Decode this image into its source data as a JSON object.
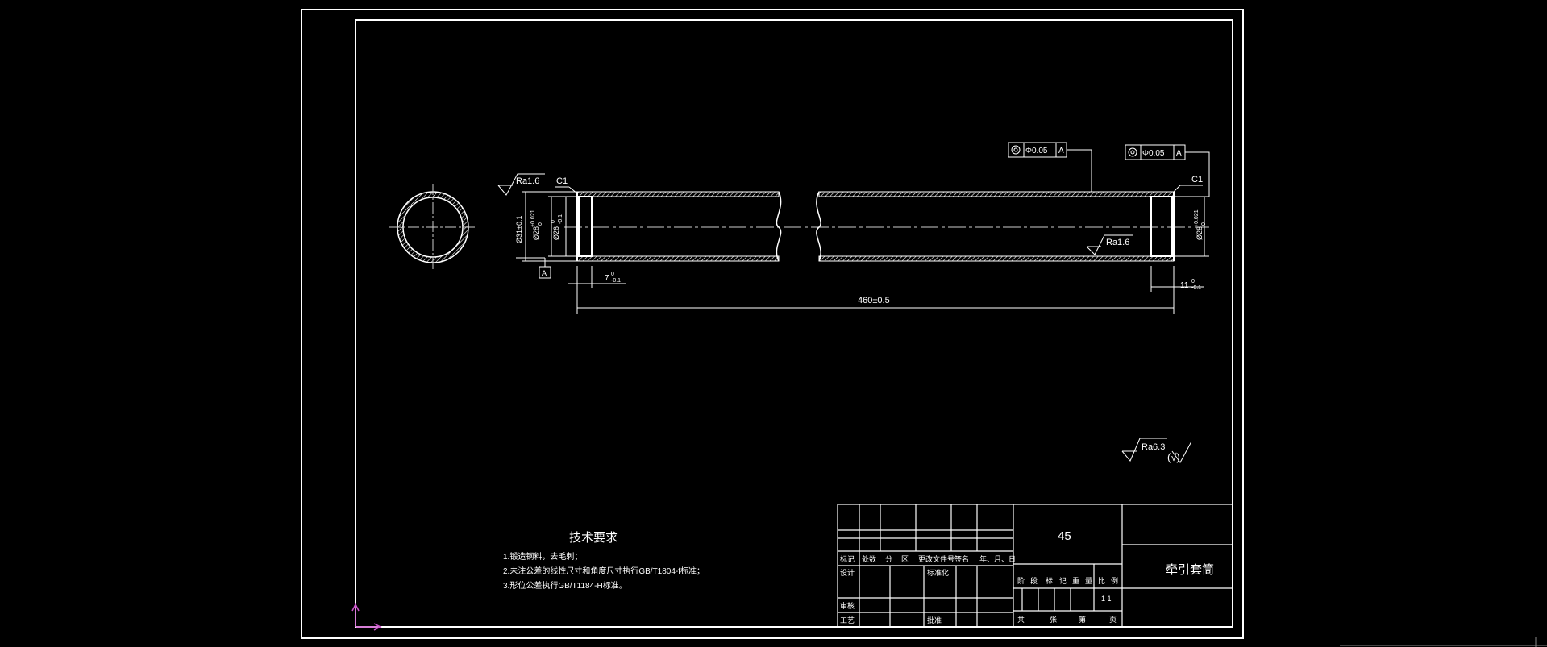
{
  "colors": {
    "background": "#000000",
    "line": "#ffffff",
    "centerline": "#cccccc",
    "ucs_icon": "#cc55cc"
  },
  "roughness": {
    "left_end": "Ra1.6",
    "bore": "Ra1.6",
    "general": "Ra6.3",
    "general_other": "(√)"
  },
  "chamfers": {
    "left": "C1",
    "right": "C1"
  },
  "tolerances": {
    "left_frame": {
      "value": "Φ0.05",
      "datum": "A"
    },
    "right_frame": {
      "value": "Φ0.05",
      "datum": "A"
    }
  },
  "datum_label": "A",
  "dimensions": {
    "outer_diameter": "Ø31±0.1",
    "bore_diameter": "Ø28",
    "bore_dev_upper": "+0.021",
    "bore_dev_lower": "0",
    "inner_diameter": "Ø26",
    "inner_dev_upper": "0",
    "inner_dev_lower": "-0.1",
    "right_diameter": "Ø28",
    "right_dev_upper": "+0.021",
    "right_dev_lower": "0",
    "left_depth": "7",
    "left_depth_dev_upper": "0",
    "left_depth_dev_lower": "-0.1",
    "right_depth": "11",
    "right_depth_dev_upper": "0",
    "right_depth_dev_lower": "-0.1",
    "overall_length": "460±0.5"
  },
  "tech_requirements": {
    "title": "技术要求",
    "items": [
      "1.锻造钢料，去毛刺；",
      "2.未注公差的线性尺寸和角度尺寸执行GB/T1804-f标准；",
      "3.形位公差执行GB/T1184-H标准。"
    ]
  },
  "title_block": {
    "material": "45",
    "part_name": "牵引套筒",
    "revision_headers": [
      "标记",
      "处数",
      "分",
      "区",
      "更改文件号",
      "签名",
      "年、月、日"
    ],
    "design_label": "设计",
    "standardization_label": "标准化",
    "review_label": "审核",
    "process_label": "工艺",
    "approval_label": "批准",
    "stage_headers": [
      "阶",
      "段",
      "标",
      "记",
      "重",
      "量",
      "比",
      "例"
    ],
    "scale_value": "1 1",
    "sheet_labels": [
      "共",
      "张",
      "第",
      "页"
    ]
  }
}
